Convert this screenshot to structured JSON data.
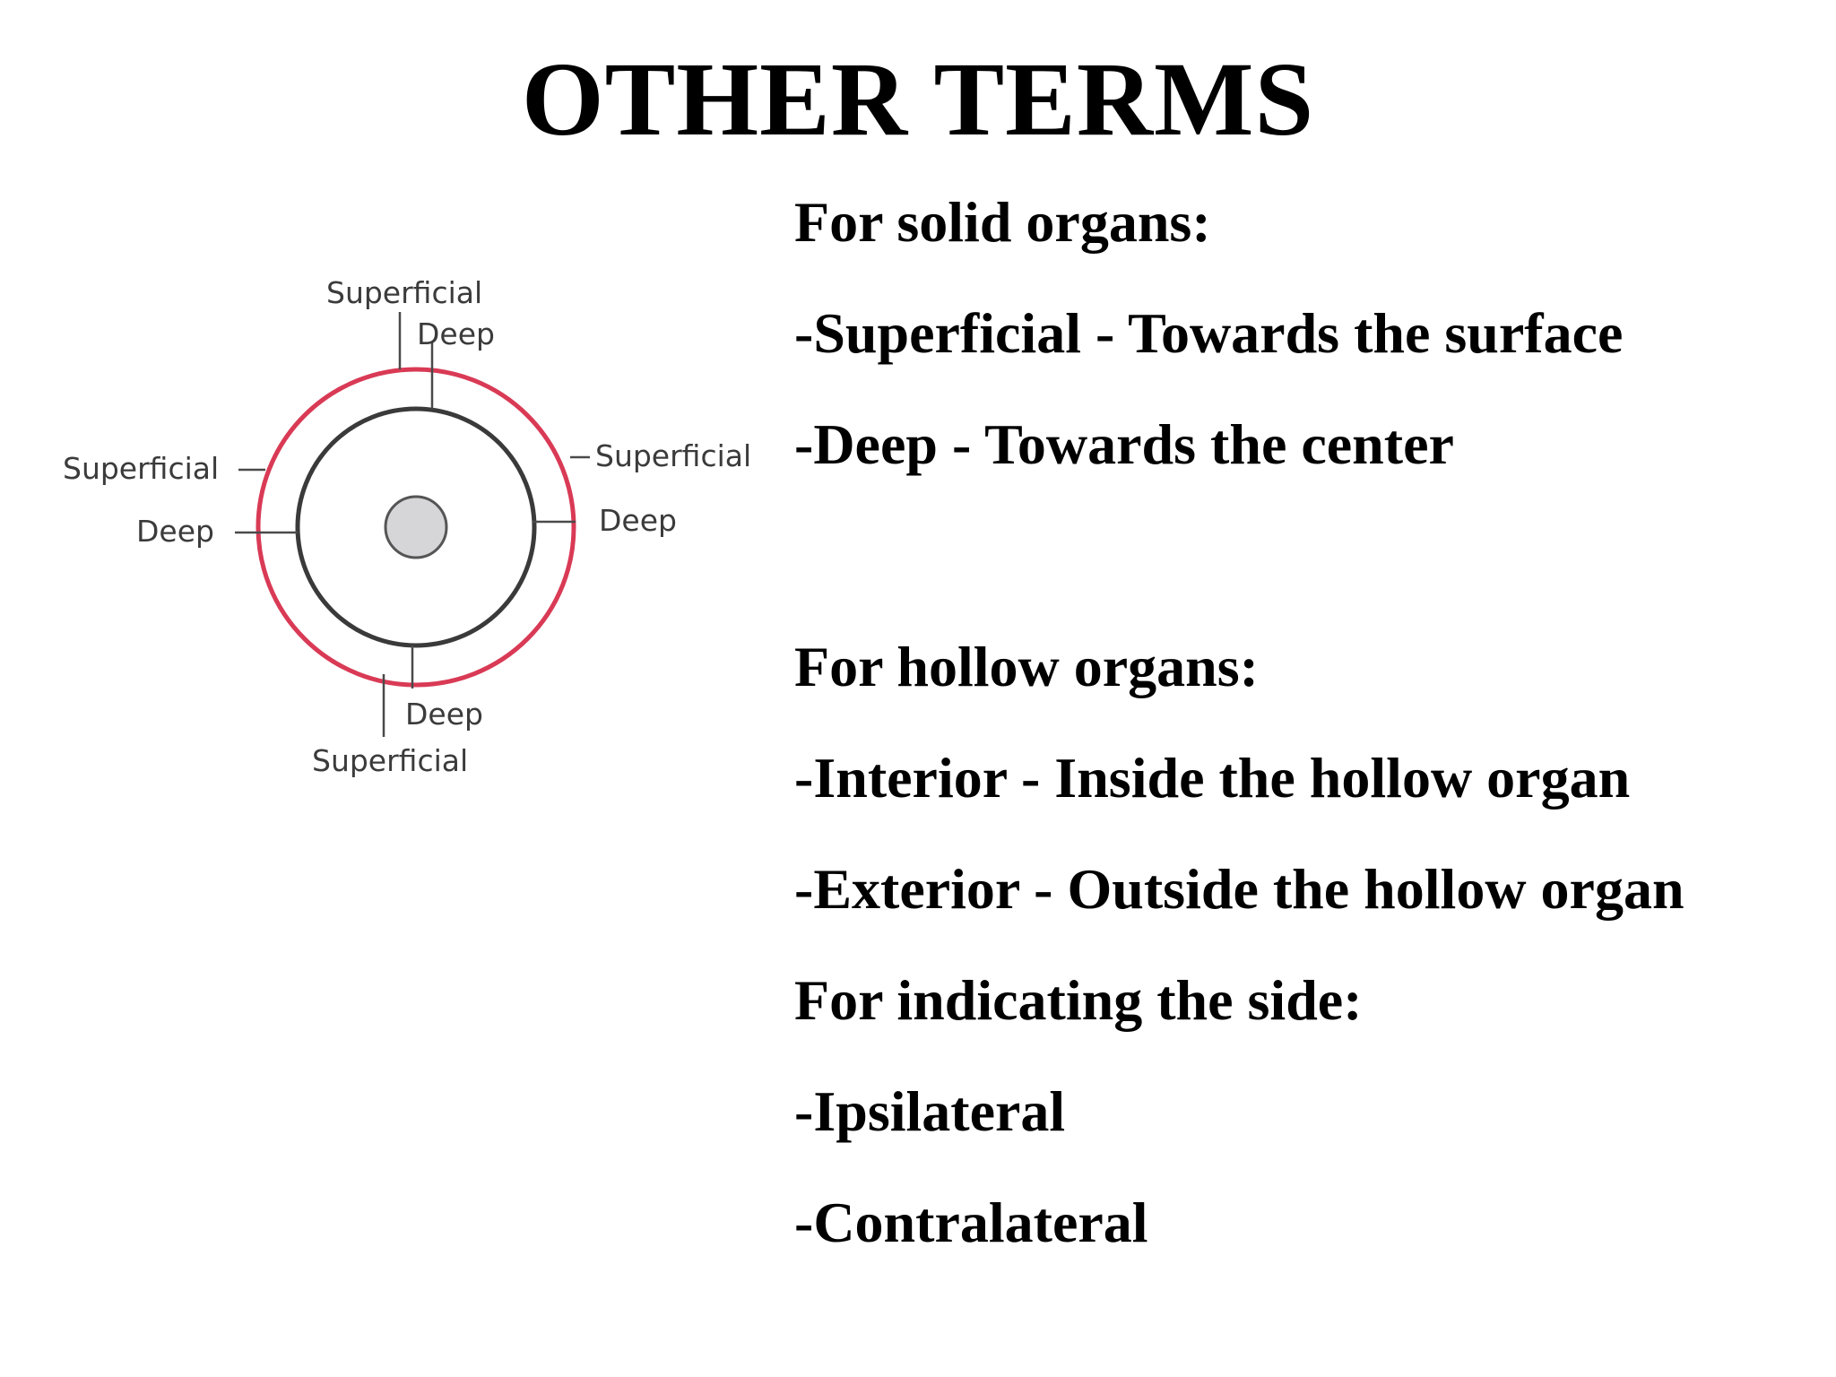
{
  "title": "OTHER TERMS",
  "diagram": {
    "labels": {
      "top_superficial": "Superficial",
      "top_deep": "Deep",
      "left_superficial": "Superficial",
      "left_deep": "Deep",
      "right_superficial": "Superficial",
      "right_deep": "Deep",
      "bottom_deep": "Deep",
      "bottom_superficial": "Superficial"
    },
    "colors": {
      "outer_circle": "#d93a55",
      "inner_circle": "#3a3a3a",
      "core_fill": "#d6d6d8",
      "leader_lines": "#4a4a4a"
    }
  },
  "content": {
    "solid_heading": "For solid organs:",
    "superficial_def": "-Superficial - Towards the surface",
    "deep_def": "-Deep - Towards the center",
    "hollow_heading": "For hollow organs:",
    "interior_def": "-Interior - Inside the hollow organ",
    "exterior_def": "-Exterior - Outside the hollow organ",
    "side_heading": "For indicating the side:",
    "ipsilateral": "-Ipsilateral",
    "contralateral": "-Contralateral"
  }
}
